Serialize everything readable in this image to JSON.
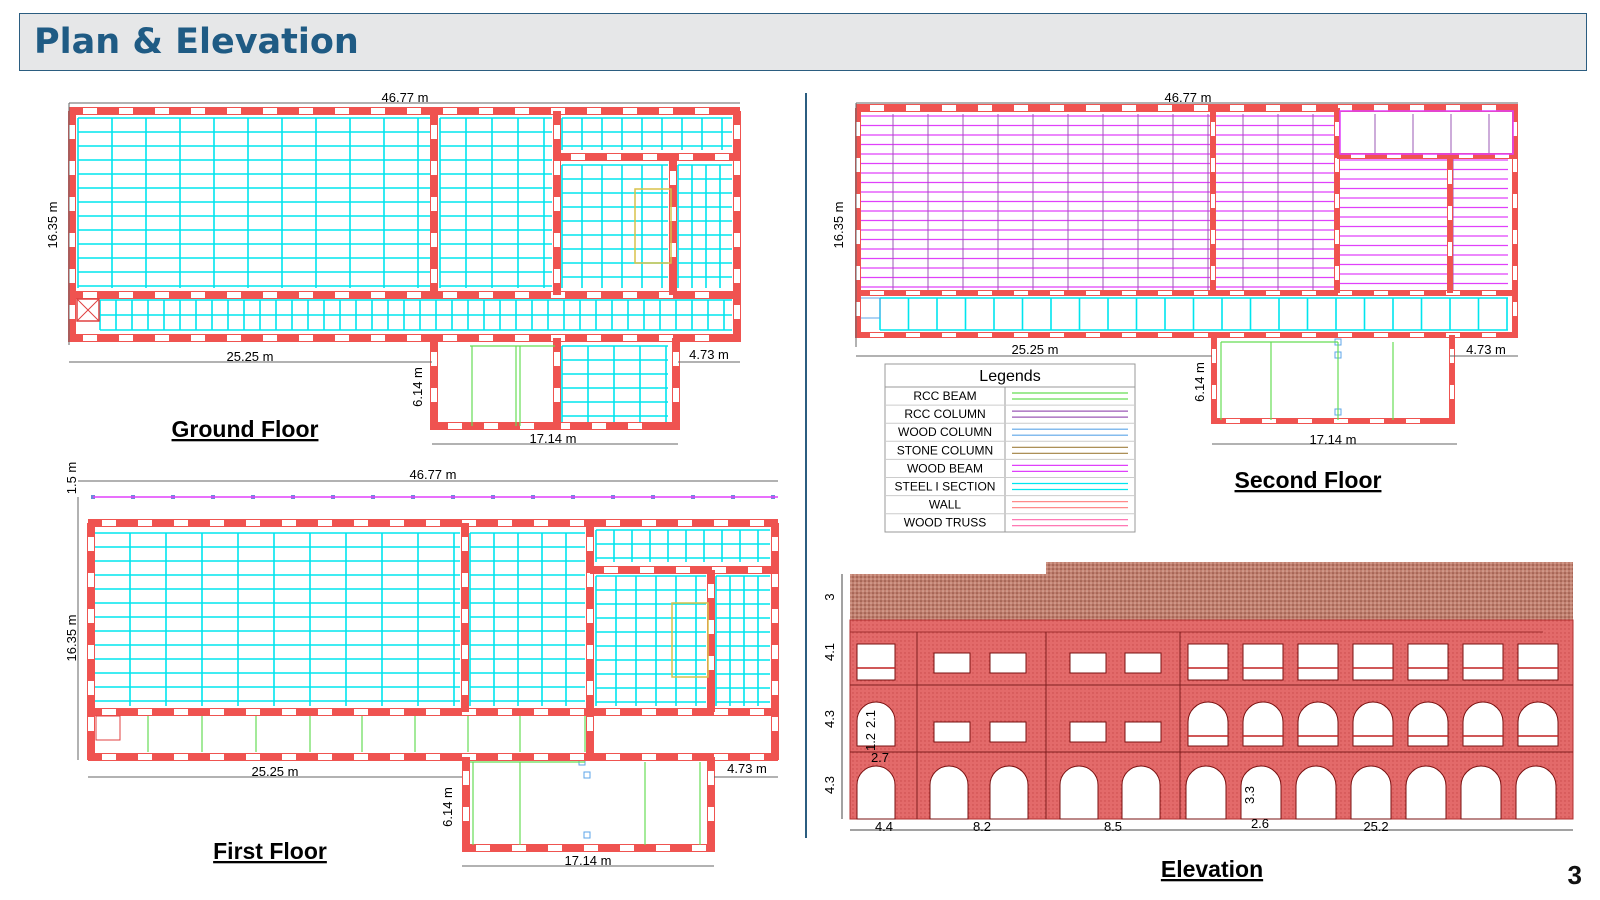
{
  "header": {
    "title": "Plan & Elevation"
  },
  "page_number": "3",
  "colors": {
    "header_text": "#1f5b84",
    "header_bg": "#e6e7e8",
    "wall": "#ef5350",
    "steel_i_section": "#00e5ee",
    "wood_beam": "#e040fb",
    "rcc_beam": "#66dd55",
    "rcc_column": "#9b59b6",
    "wood_column": "#5da5e8",
    "stone_column": "#a08040",
    "wall_legend": "#ff8a8a",
    "wood_truss": "#ff66aa",
    "roof": "#b06a5a",
    "elevation_wall": "#e06060"
  },
  "ground_floor": {
    "title": "Ground Floor",
    "dim_width": "46.77 m",
    "dim_height": "16.35 m",
    "dim_left": "25.25 m",
    "dim_right": "4.73 m",
    "dim_annex_height": "6.14 m",
    "dim_annex_width": "17.14 m"
  },
  "first_floor": {
    "title": "First Floor",
    "dim_width": "46.77 m",
    "dim_height": "16.35 m",
    "dim_balcony": "1.5 m",
    "dim_left": "25.25 m",
    "dim_right": "4.73 m",
    "dim_annex_height": "6.14 m",
    "dim_annex_width": "17.14 m"
  },
  "second_floor": {
    "title": "Second Floor",
    "dim_width": "46.77 m",
    "dim_height": "16.35 m",
    "dim_left": "25.25 m",
    "dim_right": "4.73 m",
    "dim_annex_height": "6.14 m",
    "dim_annex_width": "17.14 m"
  },
  "legend": {
    "title": "Legends",
    "items": [
      {
        "label": "RCC BEAM",
        "color": "#66dd55"
      },
      {
        "label": "RCC COLUMN",
        "color": "#9b59b6"
      },
      {
        "label": "WOOD COLUMN",
        "color": "#5da5e8"
      },
      {
        "label": "STONE COLUMN",
        "color": "#a08040"
      },
      {
        "label": "WOOD BEAM",
        "color": "#e040fb"
      },
      {
        "label": "STEEL I SECTION",
        "color": "#00e5ee"
      },
      {
        "label": "WALL",
        "color": "#ff8a8a"
      },
      {
        "label": "WOOD TRUSS",
        "color": "#ff66aa"
      }
    ]
  },
  "elevation": {
    "title": "Elevation",
    "heights": [
      "3",
      "4.1",
      "4.3",
      "4.3"
    ],
    "bottom_dims": [
      "4.4",
      "8.2",
      "8.5",
      "25.2"
    ],
    "arch_dims": [
      "2.1",
      "1.2",
      "2.7"
    ],
    "inner_dims": [
      "3.3",
      "2.6"
    ]
  }
}
